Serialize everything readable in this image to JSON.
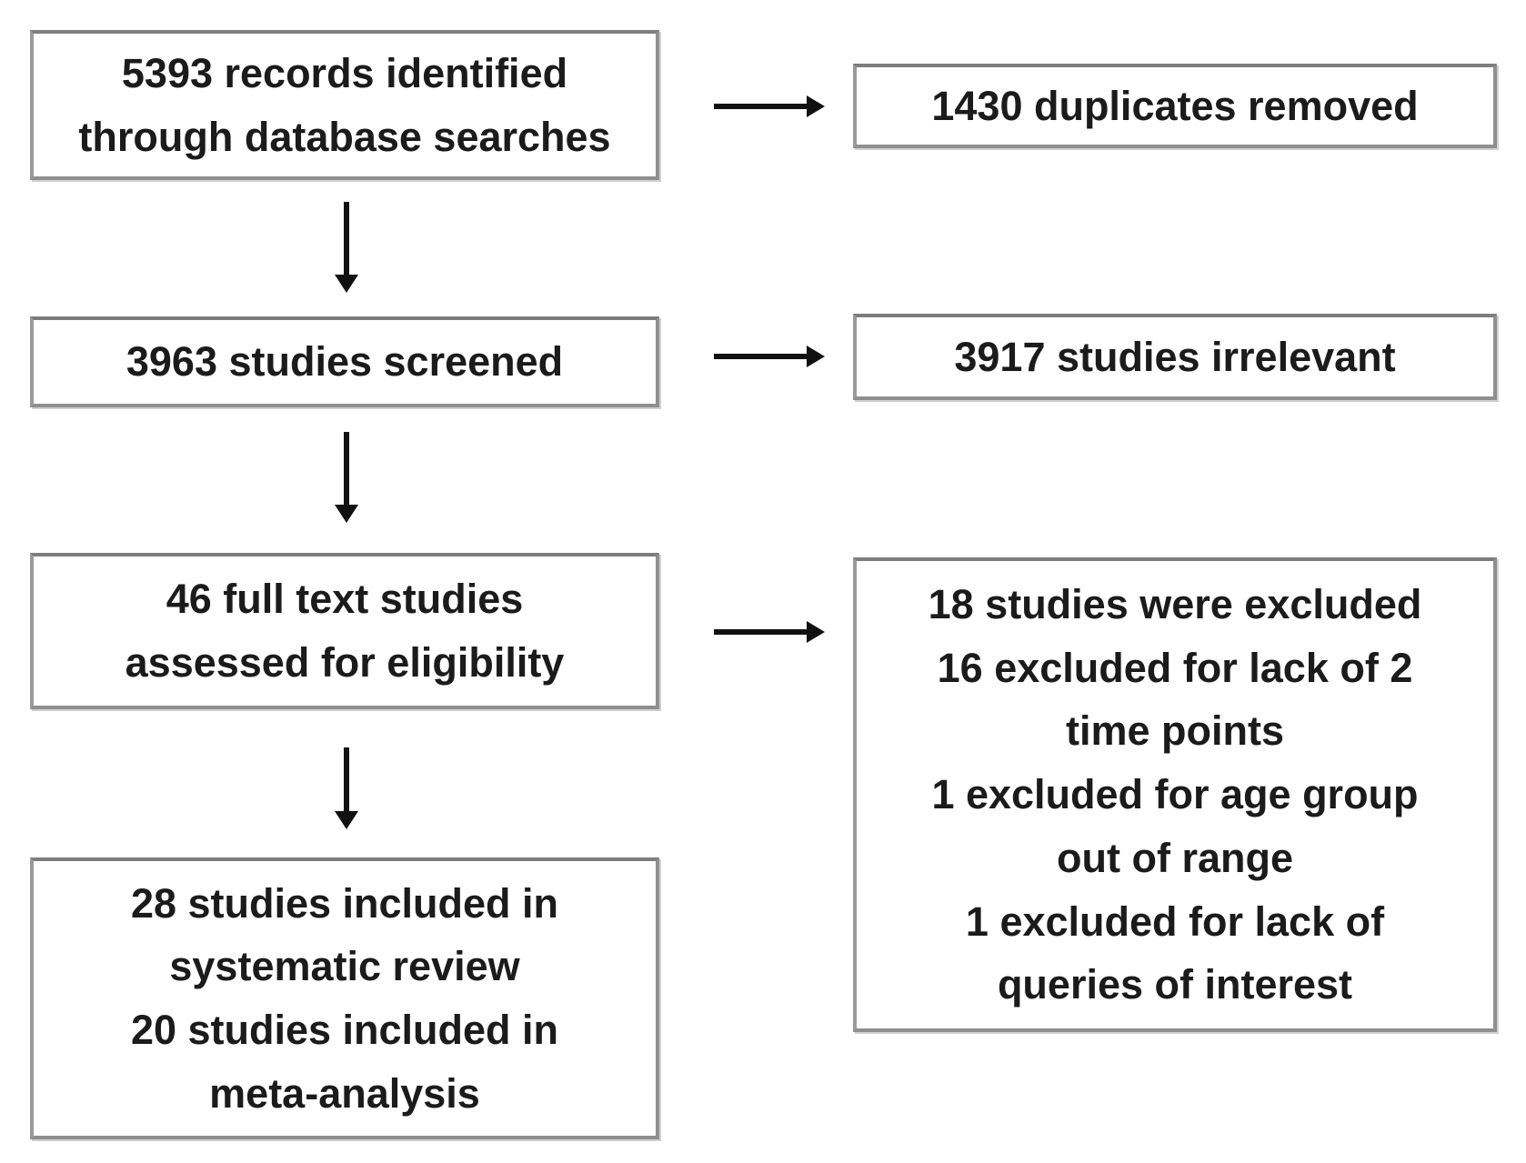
{
  "flow": {
    "left_boxes": [
      {
        "lines": [
          "5393 records identified",
          "through database searches"
        ]
      },
      {
        "lines": [
          "3963 studies screened"
        ]
      },
      {
        "lines": [
          "46 full text studies",
          "assessed for eligibility"
        ]
      },
      {
        "lines": [
          "28 studies included in",
          "systematic review",
          "20 studies included in",
          "meta-analysis"
        ]
      }
    ],
    "right_boxes": [
      {
        "lines": [
          "1430 duplicates removed"
        ]
      },
      {
        "lines": [
          "3917 studies irrelevant"
        ]
      },
      {
        "lines": [
          "18 studies were excluded",
          "16 excluded for lack of 2",
          "time points",
          "1 excluded for age group",
          "out of range",
          "1 excluded for lack of",
          "queries of interest"
        ]
      }
    ],
    "colors": {
      "box_border": "#8f8f8f",
      "text": "#1b1b1b",
      "arrow": "#111111",
      "background": "#ffffff"
    }
  }
}
